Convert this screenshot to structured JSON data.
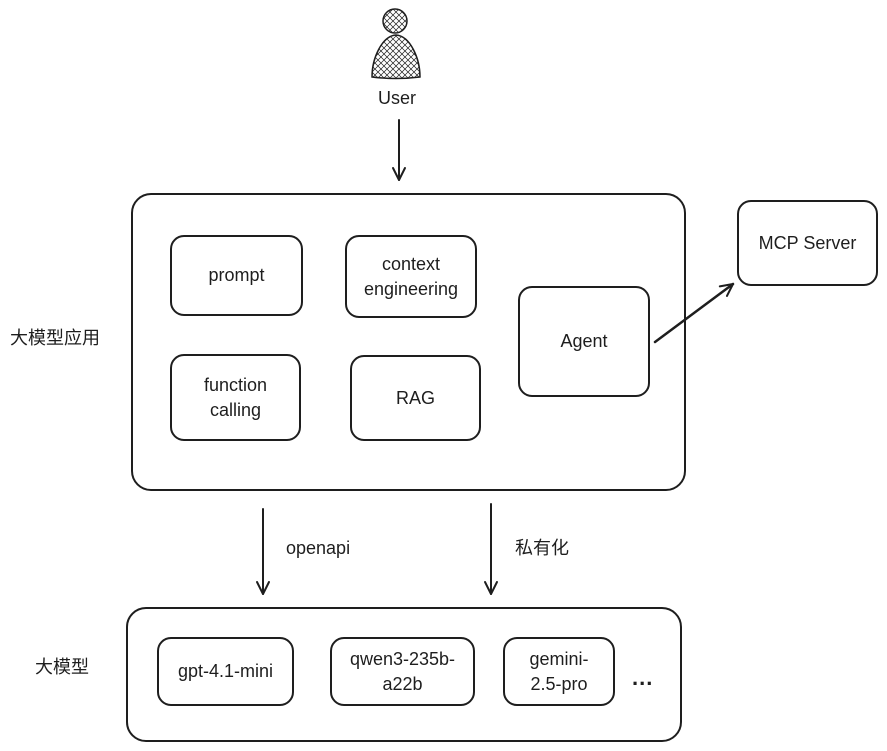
{
  "user": {
    "label": "User",
    "icon": "user-icon"
  },
  "app_layer": {
    "label": "大模型应用",
    "nodes": [
      {
        "lines": [
          "prompt"
        ]
      },
      {
        "lines": [
          "context",
          "engineering"
        ]
      },
      {
        "lines": [
          "function",
          "calling"
        ]
      },
      {
        "lines": [
          "RAG"
        ]
      },
      {
        "lines": [
          "Agent"
        ]
      }
    ]
  },
  "mcp_server": {
    "lines": [
      "MCP Server"
    ]
  },
  "edge_labels": {
    "openapi": "openapi",
    "private": "私有化"
  },
  "model_layer": {
    "label": "大模型",
    "nodes": [
      {
        "lines": [
          "gpt-4.1-mini"
        ]
      },
      {
        "lines": [
          "qwen3-235b-",
          "a22b"
        ]
      },
      {
        "lines": [
          "gemini-",
          "2.5-pro"
        ]
      }
    ],
    "more": "..."
  },
  "colors": {
    "stroke": "#1e1e1e",
    "background": "#ffffff",
    "hatch": "#1e1e1e"
  }
}
